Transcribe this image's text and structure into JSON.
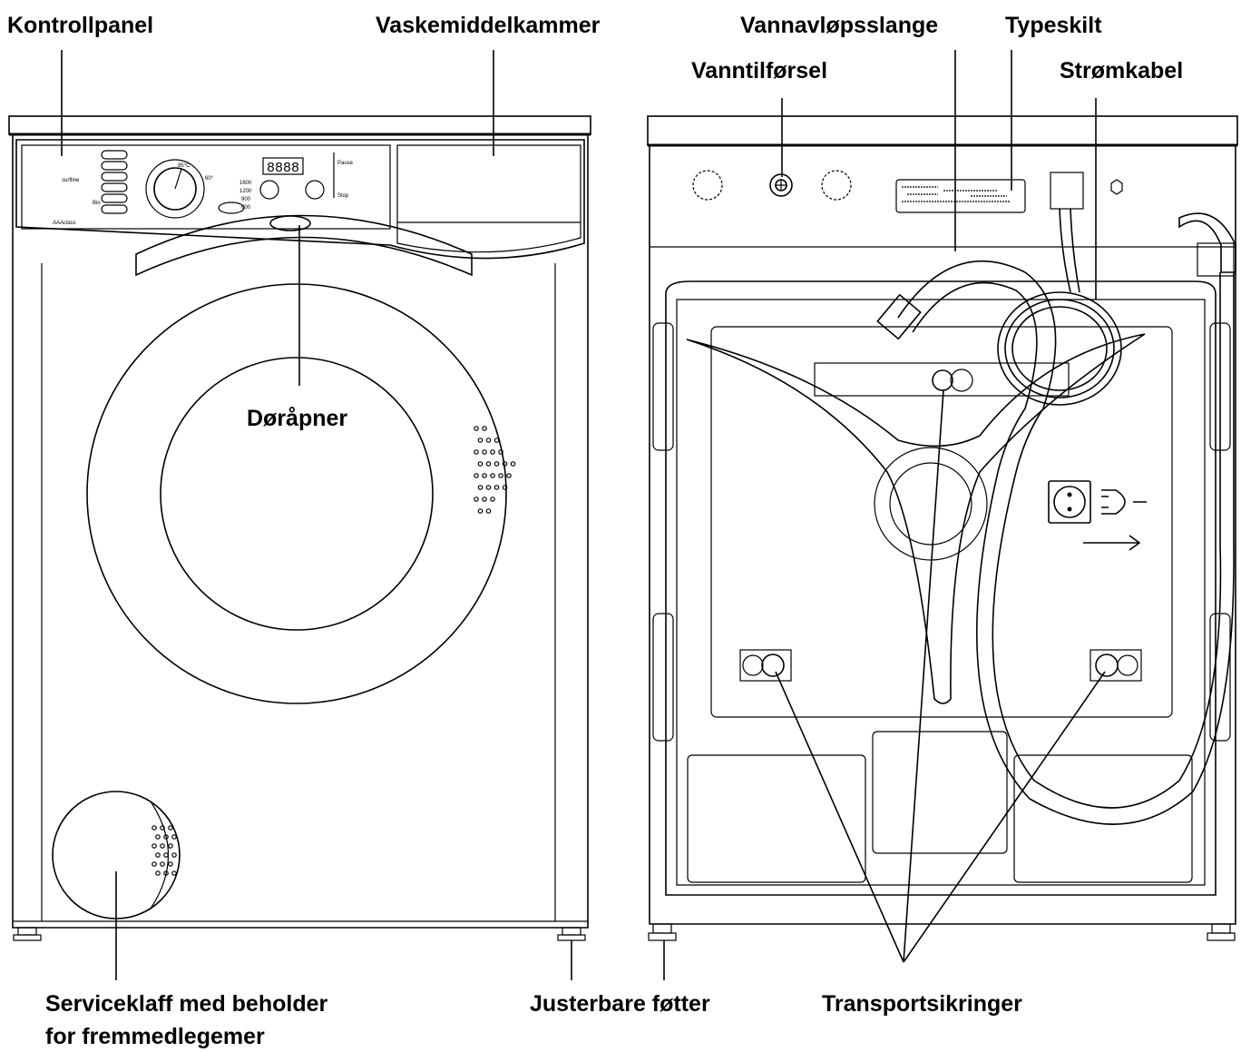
{
  "labels": {
    "control_panel": "Kontrollpanel",
    "detergent_drawer": "Vaskemiddelkammer",
    "door_opener": "Døråpner",
    "service_flap_line1": "Serviceklaff med beholder",
    "service_flap_line2": "for fremmedlegemer",
    "adjustable_feet": "Justerbare føtter",
    "drain_hose": "Vannavløpsslange",
    "rating_plate": "Typeskilt",
    "water_inlet": "Vanntilførsel",
    "power_cable": "Strømkabel",
    "transport_locks": "Transportsikringer"
  },
  "panel_marks": {
    "brand": "surfline",
    "energy_class": "AAAclass",
    "bio": "Bio",
    "display": "8888",
    "temp_95": "95°C",
    "temp_60": "60°",
    "pause": "Pause",
    "stop": "Stop",
    "spin_1600": "1600",
    "spin_1200": "1200",
    "spin_900": "900",
    "spin_600": "600"
  },
  "colors": {
    "line": "#000000",
    "background": "#ffffff"
  }
}
